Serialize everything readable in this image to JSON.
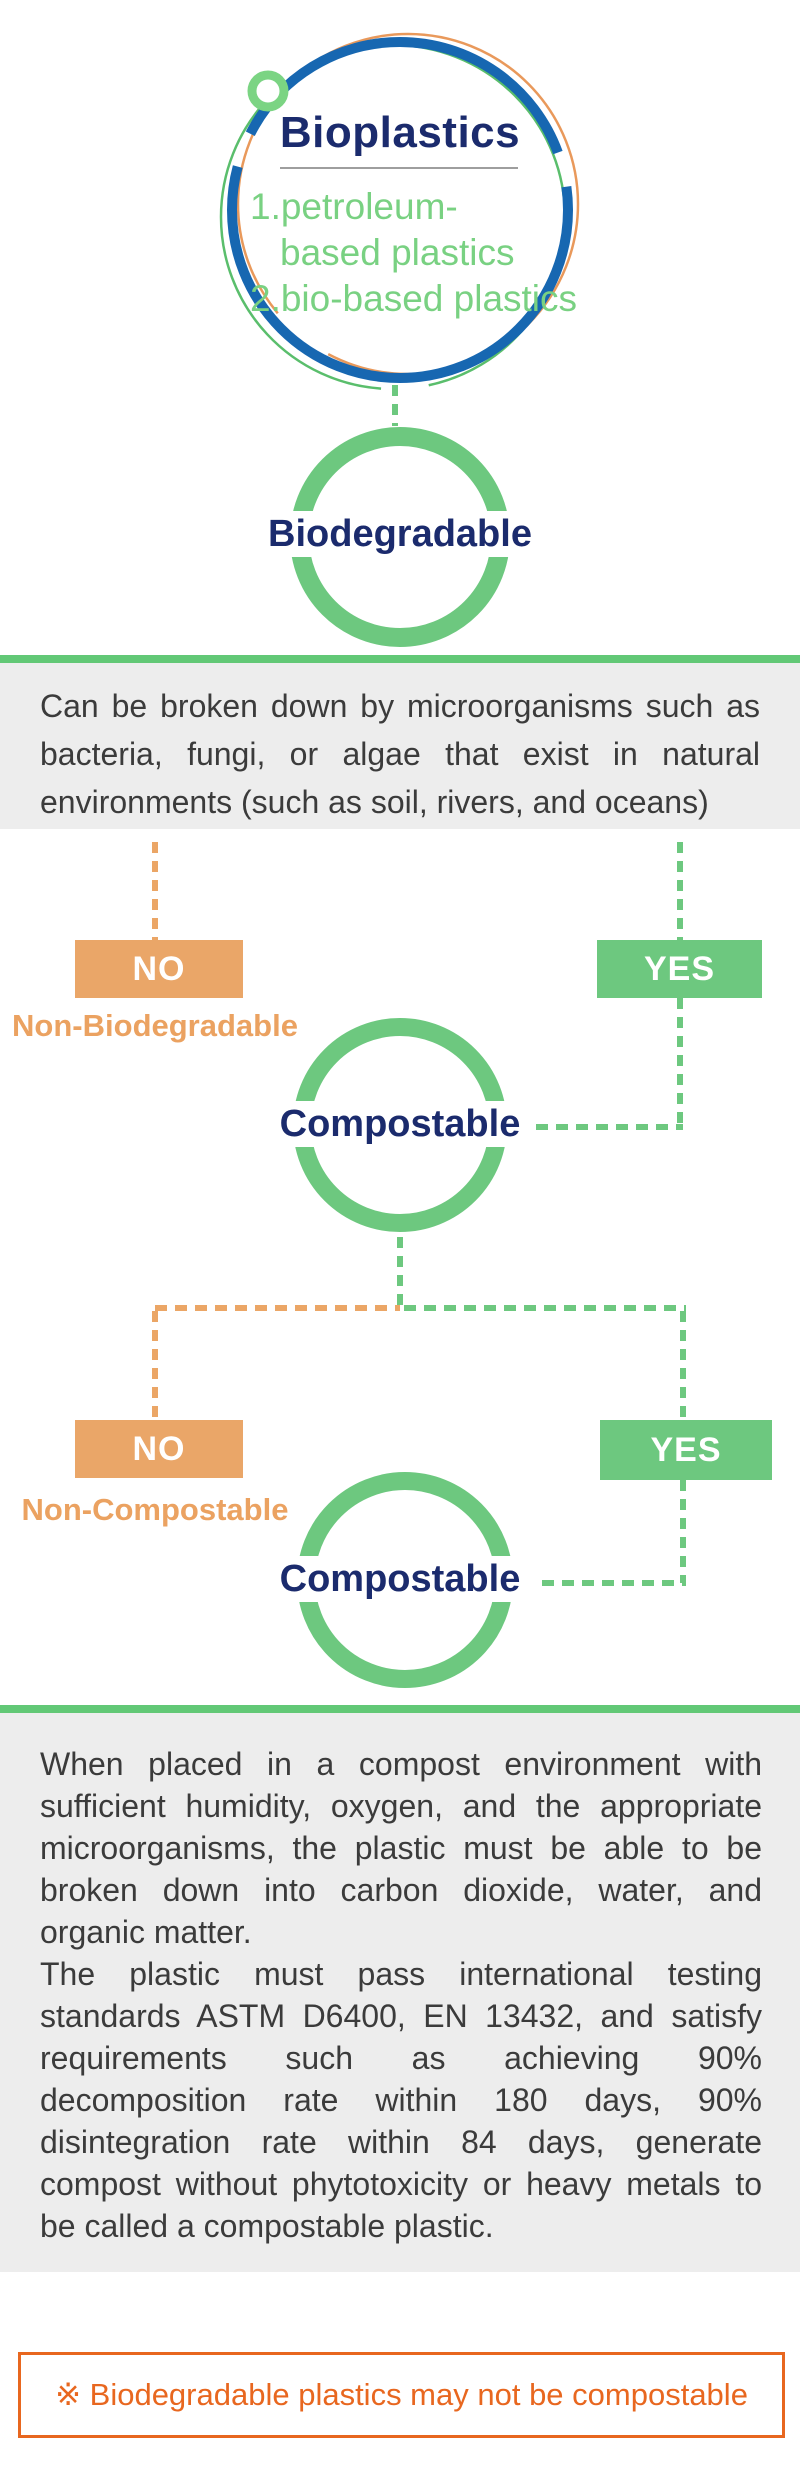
{
  "title_group": {
    "title": "Bioplastics",
    "items": [
      "1.petroleum-based plastics",
      "2.bio-based plastics"
    ]
  },
  "nodes": {
    "biodegradable": {
      "label": "Biodegradable"
    },
    "compostable_1": {
      "label": "Compostable"
    },
    "compostable_2": {
      "label": "Compostable"
    }
  },
  "branches": {
    "no": "NO",
    "yes": "YES",
    "non_biodegradable": "Non-Biodegradable",
    "non_compostable": "Non-Compostable"
  },
  "biodegradable_info": "Can be broken down by microorganisms such as bacteria, fungi, or algae that exist in natural environments (such as soil, rivers, and oceans)",
  "compost_info": {
    "paragraph1": "When placed in a compost environment with sufficient humidity, oxygen, and the appropriate microorganisms, the plastic must be able to be broken down into carbon dioxide, water, and organic matter.",
    "paragraph2": "The plastic must pass international testing standards ASTM D6400, EN 13432, and satisfy requirements such as achieving 90% decomposition rate within 180 days, 90% disintegration rate within 84 days, generate compost without phytotoxicity or heavy metals to be called a compostable plastic."
  },
  "footnote": "※ Biodegradable plastics may not be compostable",
  "colors": {
    "green": "#6dc87f",
    "orange": "#eba666",
    "navy": "#1b2b6d",
    "blue": "#1767b1",
    "footnote_orange": "#e8671f",
    "gray_box": "#ededed"
  }
}
